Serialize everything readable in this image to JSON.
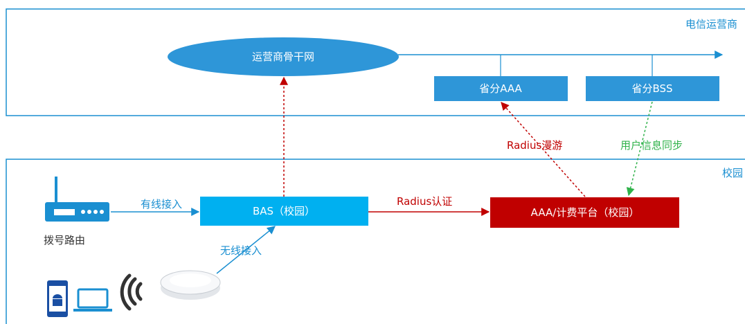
{
  "zones": {
    "carrier_label": "电信运营商",
    "campus_label": "校园"
  },
  "nodes": {
    "backbone": "运营商骨干网",
    "prov_aaa": "省分AAA",
    "prov_bss": "省分BSS",
    "bas": "BAS（校园）",
    "aaa_billing": "AAA/计费平台（校园）"
  },
  "edges": {
    "wired_access": "有线接入",
    "wireless_access": "无线接入",
    "radius_auth": "Radius认证",
    "radius_roaming": "Radius漫游",
    "user_sync": "用户信息同步"
  },
  "devices": {
    "router_label": "拨号路由"
  },
  "colors": {
    "zone_border": "#1a8fd1",
    "node_blue": "#2e96d8",
    "bas_blue": "#00b0f0",
    "aaa_red": "#c00000",
    "edge_red": "#c00000",
    "edge_green": "#2fb24a"
  },
  "icons": [
    "router-icon",
    "wifi-signal-icon",
    "access-point-icon",
    "android-phone-icon",
    "laptop-icon"
  ]
}
